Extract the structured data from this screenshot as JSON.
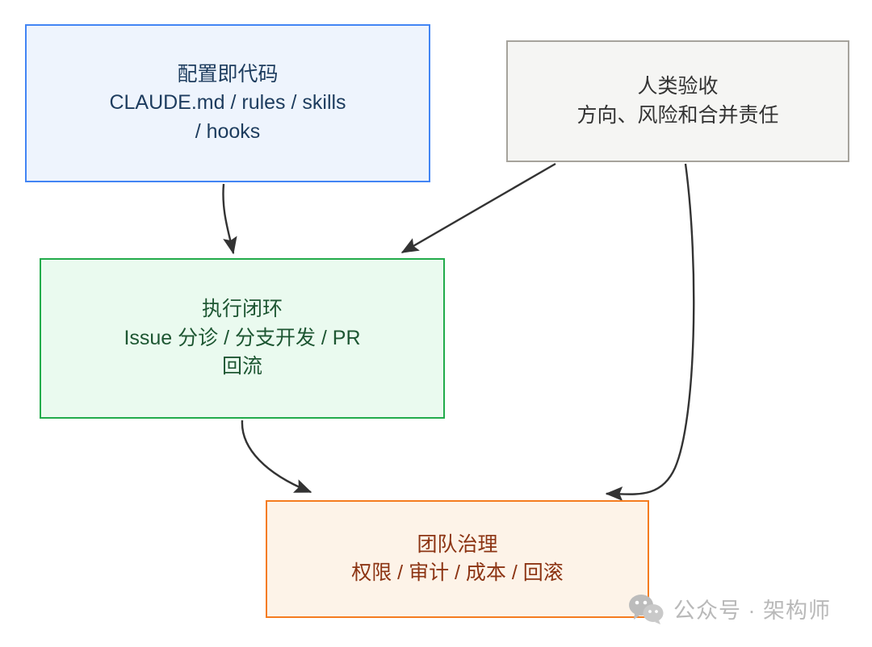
{
  "diagram": {
    "type": "flowchart",
    "nodes": [
      {
        "id": "config-as-code",
        "title": "配置即代码",
        "line2": "CLAUDE.md / rules / skills",
        "line3": "/ hooks",
        "fill": "#eef4fd",
        "border": "#4285f4",
        "text_color": "#1d3c5e"
      },
      {
        "id": "human-acceptance",
        "title": "人类验收",
        "line2": "方向、风险和合并责任",
        "line3": "",
        "fill": "#f5f5f3",
        "border": "#a6a39c",
        "text_color": "#333333"
      },
      {
        "id": "execution-loop",
        "title": "执行闭环",
        "line2": "Issue 分诊 / 分支开发 / PR",
        "line3": "回流",
        "fill": "#eafaef",
        "border": "#22ab4b",
        "text_color": "#1d5632"
      },
      {
        "id": "team-governance",
        "title": "团队治理",
        "line2": "权限 / 审计 / 成本 / 回滚",
        "line3": "",
        "fill": "#fdf3e8",
        "border": "#f57c1f",
        "text_color": "#8c3413"
      }
    ],
    "edges": [
      {
        "id": "config-to-exec",
        "from": "config-as-code",
        "to": "execution-loop",
        "label": "",
        "color": "#333333"
      },
      {
        "id": "human-to-exec",
        "from": "human-acceptance",
        "to": "execution-loop",
        "label": "",
        "color": "#333333"
      },
      {
        "id": "exec-to-gov",
        "from": "execution-loop",
        "to": "team-governance",
        "label": "",
        "color": "#333333"
      },
      {
        "id": "human-to-gov",
        "from": "human-acceptance",
        "to": "team-governance",
        "label": "",
        "color": "#333333"
      }
    ]
  },
  "watermark": {
    "icon": "wechat-icon",
    "text": "公众号 · 架构师",
    "color": "#b9b9b9"
  }
}
